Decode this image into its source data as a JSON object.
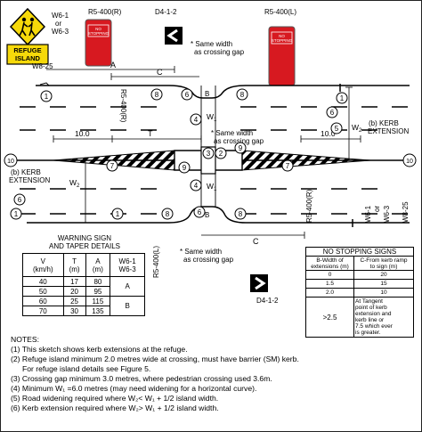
{
  "signs": {
    "refuge_island_label": "REFUGE\nISLAND",
    "w6_1_top": "W6-1",
    "or_top": "or",
    "w6_3_top": "W6-3",
    "w8_25_top": "W8-25",
    "r5_400_r_top": "R5-400(R)",
    "r5_400_l_top": "R5-400(L)",
    "d4_1_2_top": "D4-1-2",
    "no_stopping": "NO\nSTOPPING",
    "d4_1_2_bottom": "D4-1-2",
    "r5_400_l_bottom": "R5-400(L)",
    "r5_400_r_mid": "R5-400(R)",
    "r5_400_r_right": "R5-400(R)",
    "w6_1_right": "W6-1",
    "or_right": "or",
    "w6_3_right": "W6-3",
    "w8_25_right": "W8-25"
  },
  "dims": {
    "A": "A",
    "C": "C",
    "B": "B",
    "T": "T",
    "ten": "10.0",
    "W1": "W",
    "W1_sub": "1",
    "W2": "W",
    "W2_sub": "2"
  },
  "annotations": {
    "gap_top_line1": "* Same width",
    "gap_top_line2": "as crossing gap",
    "gap_mid_line1": "* Same width",
    "gap_mid_line2": "as crossing gap",
    "gap_bot_line1": "* Same width",
    "gap_bot_line2": "as crossing gap",
    "kerb_ext_right_1": "(b)  KERB",
    "kerb_ext_right_2": "EXTENSION",
    "kerb_ext_left_1": "(b)  KERB",
    "kerb_ext_left_2": "EXTENSION"
  },
  "warning_table": {
    "title_line1": "WARNING SIGN",
    "title_line2": "AND TAPER DETAILS",
    "headers": [
      "V\n(km/h)",
      "T\n(m)",
      "A\n(m)",
      "W6-1\nW6-3"
    ],
    "rows": [
      [
        "40",
        "17",
        "80",
        "A"
      ],
      [
        "50",
        "20",
        "95",
        ""
      ],
      [
        "60",
        "25",
        "115",
        "B"
      ],
      [
        "70",
        "30",
        "135",
        ""
      ]
    ]
  },
  "no_stopping_table": {
    "title": "NO STOPPING SIGNS",
    "headers": [
      "B-Width of\nextensions (m)",
      "C-From kerb ramp\nto sign (m)"
    ],
    "rows": [
      [
        "0",
        "20"
      ],
      [
        "1.5",
        "15"
      ],
      [
        "2.0",
        "10"
      ],
      [
        ">2.5",
        "At Tangent\npoint of kerb\nextension and\nkerb line or\n7.5 which ever\nis greater."
      ]
    ]
  },
  "notes": {
    "heading": "NOTES:",
    "items": [
      {
        "num": "1",
        "text": "This sketch shows kerb extensions at the refuge."
      },
      {
        "num": "2",
        "text": "Refuge island minimum 2.0 metres wide at crossing, must have barrier (SM) kerb."
      },
      {
        "num": "",
        "text": "For refuge island details see Figure 5."
      },
      {
        "num": "3",
        "text": "Crossing gap minimum 3.0 metres, where pedestrian crossing used 3.6m."
      },
      {
        "num": "4",
        "text": "Minimum W₁ =6.0 metres (may need widening for a horizontal curve)."
      },
      {
        "num": "5",
        "text": "Road widening required where W₂< W₁ + 1/2 island width."
      },
      {
        "num": "6",
        "text": "Kerb extension required where W₂> W₁ + 1/2 island width."
      }
    ]
  },
  "callouts": [
    "1",
    "2",
    "3",
    "4",
    "5",
    "6",
    "7",
    "8",
    "9",
    "10"
  ]
}
